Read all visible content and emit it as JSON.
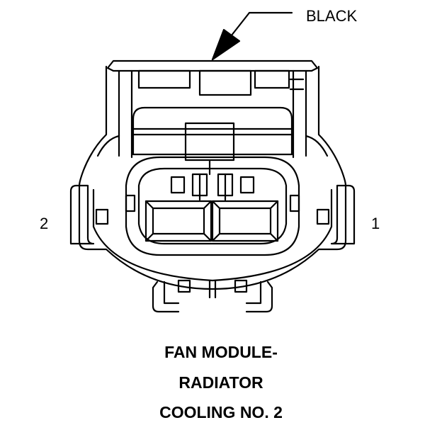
{
  "callout": {
    "label": "BLACK"
  },
  "pins": {
    "left": "2",
    "right": "1"
  },
  "title": {
    "lines": [
      "FAN MODULE-",
      "RADIATOR",
      "COOLING NO. 2"
    ]
  },
  "colors": {
    "ink": "#000000",
    "background": "#ffffff"
  }
}
